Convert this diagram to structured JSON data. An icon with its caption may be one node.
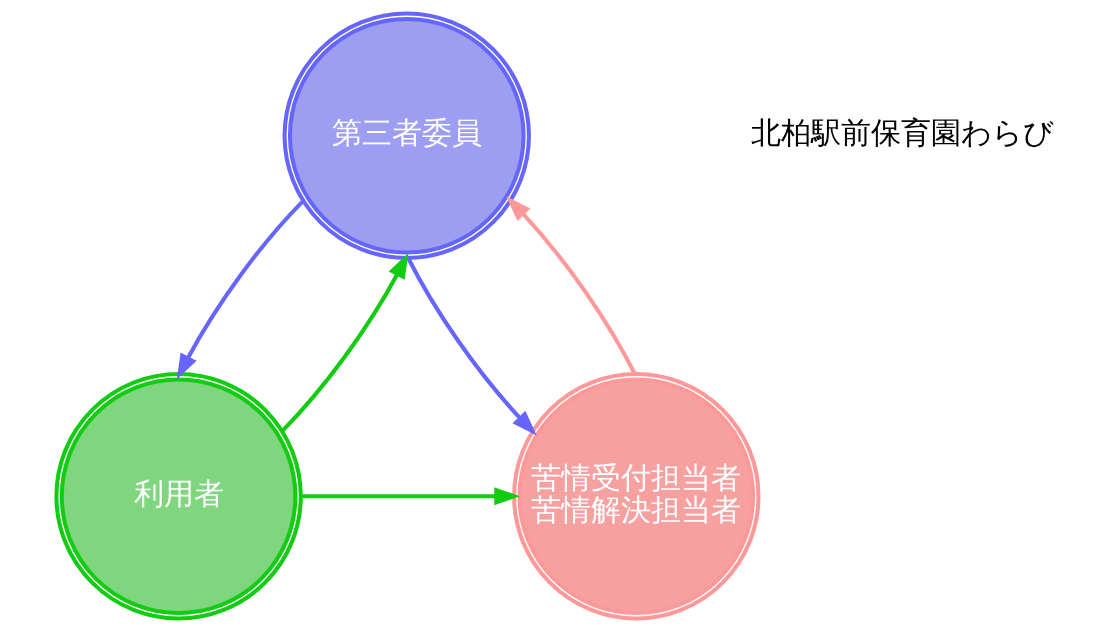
{
  "diagram": {
    "nodes": [
      {
        "text": [
          "第三者委員"
        ]
      },
      {
        "text": [
          "利用者"
        ]
      },
      {
        "text": [
          "苦情受付担当者",
          "苦情解決担当者"
        ]
      }
    ],
    "edges": [
      {
        "from": 0,
        "to": 1,
        "arrow": "to",
        "color": "#6666ff"
      },
      {
        "from": 1,
        "to": 0,
        "arrow": "to",
        "color": "#11cc11"
      },
      {
        "from": 0,
        "to": 2,
        "arrow": "to",
        "color": "#6666ff"
      },
      {
        "from": 2,
        "to": 0,
        "arrow": "to",
        "color": "#ff9999"
      },
      {
        "from": 1,
        "to": 2,
        "arrow": "to",
        "color": "#11cc11"
      }
    ],
    "labels": [
      "北柏駅前保育園わらび"
    ]
  }
}
